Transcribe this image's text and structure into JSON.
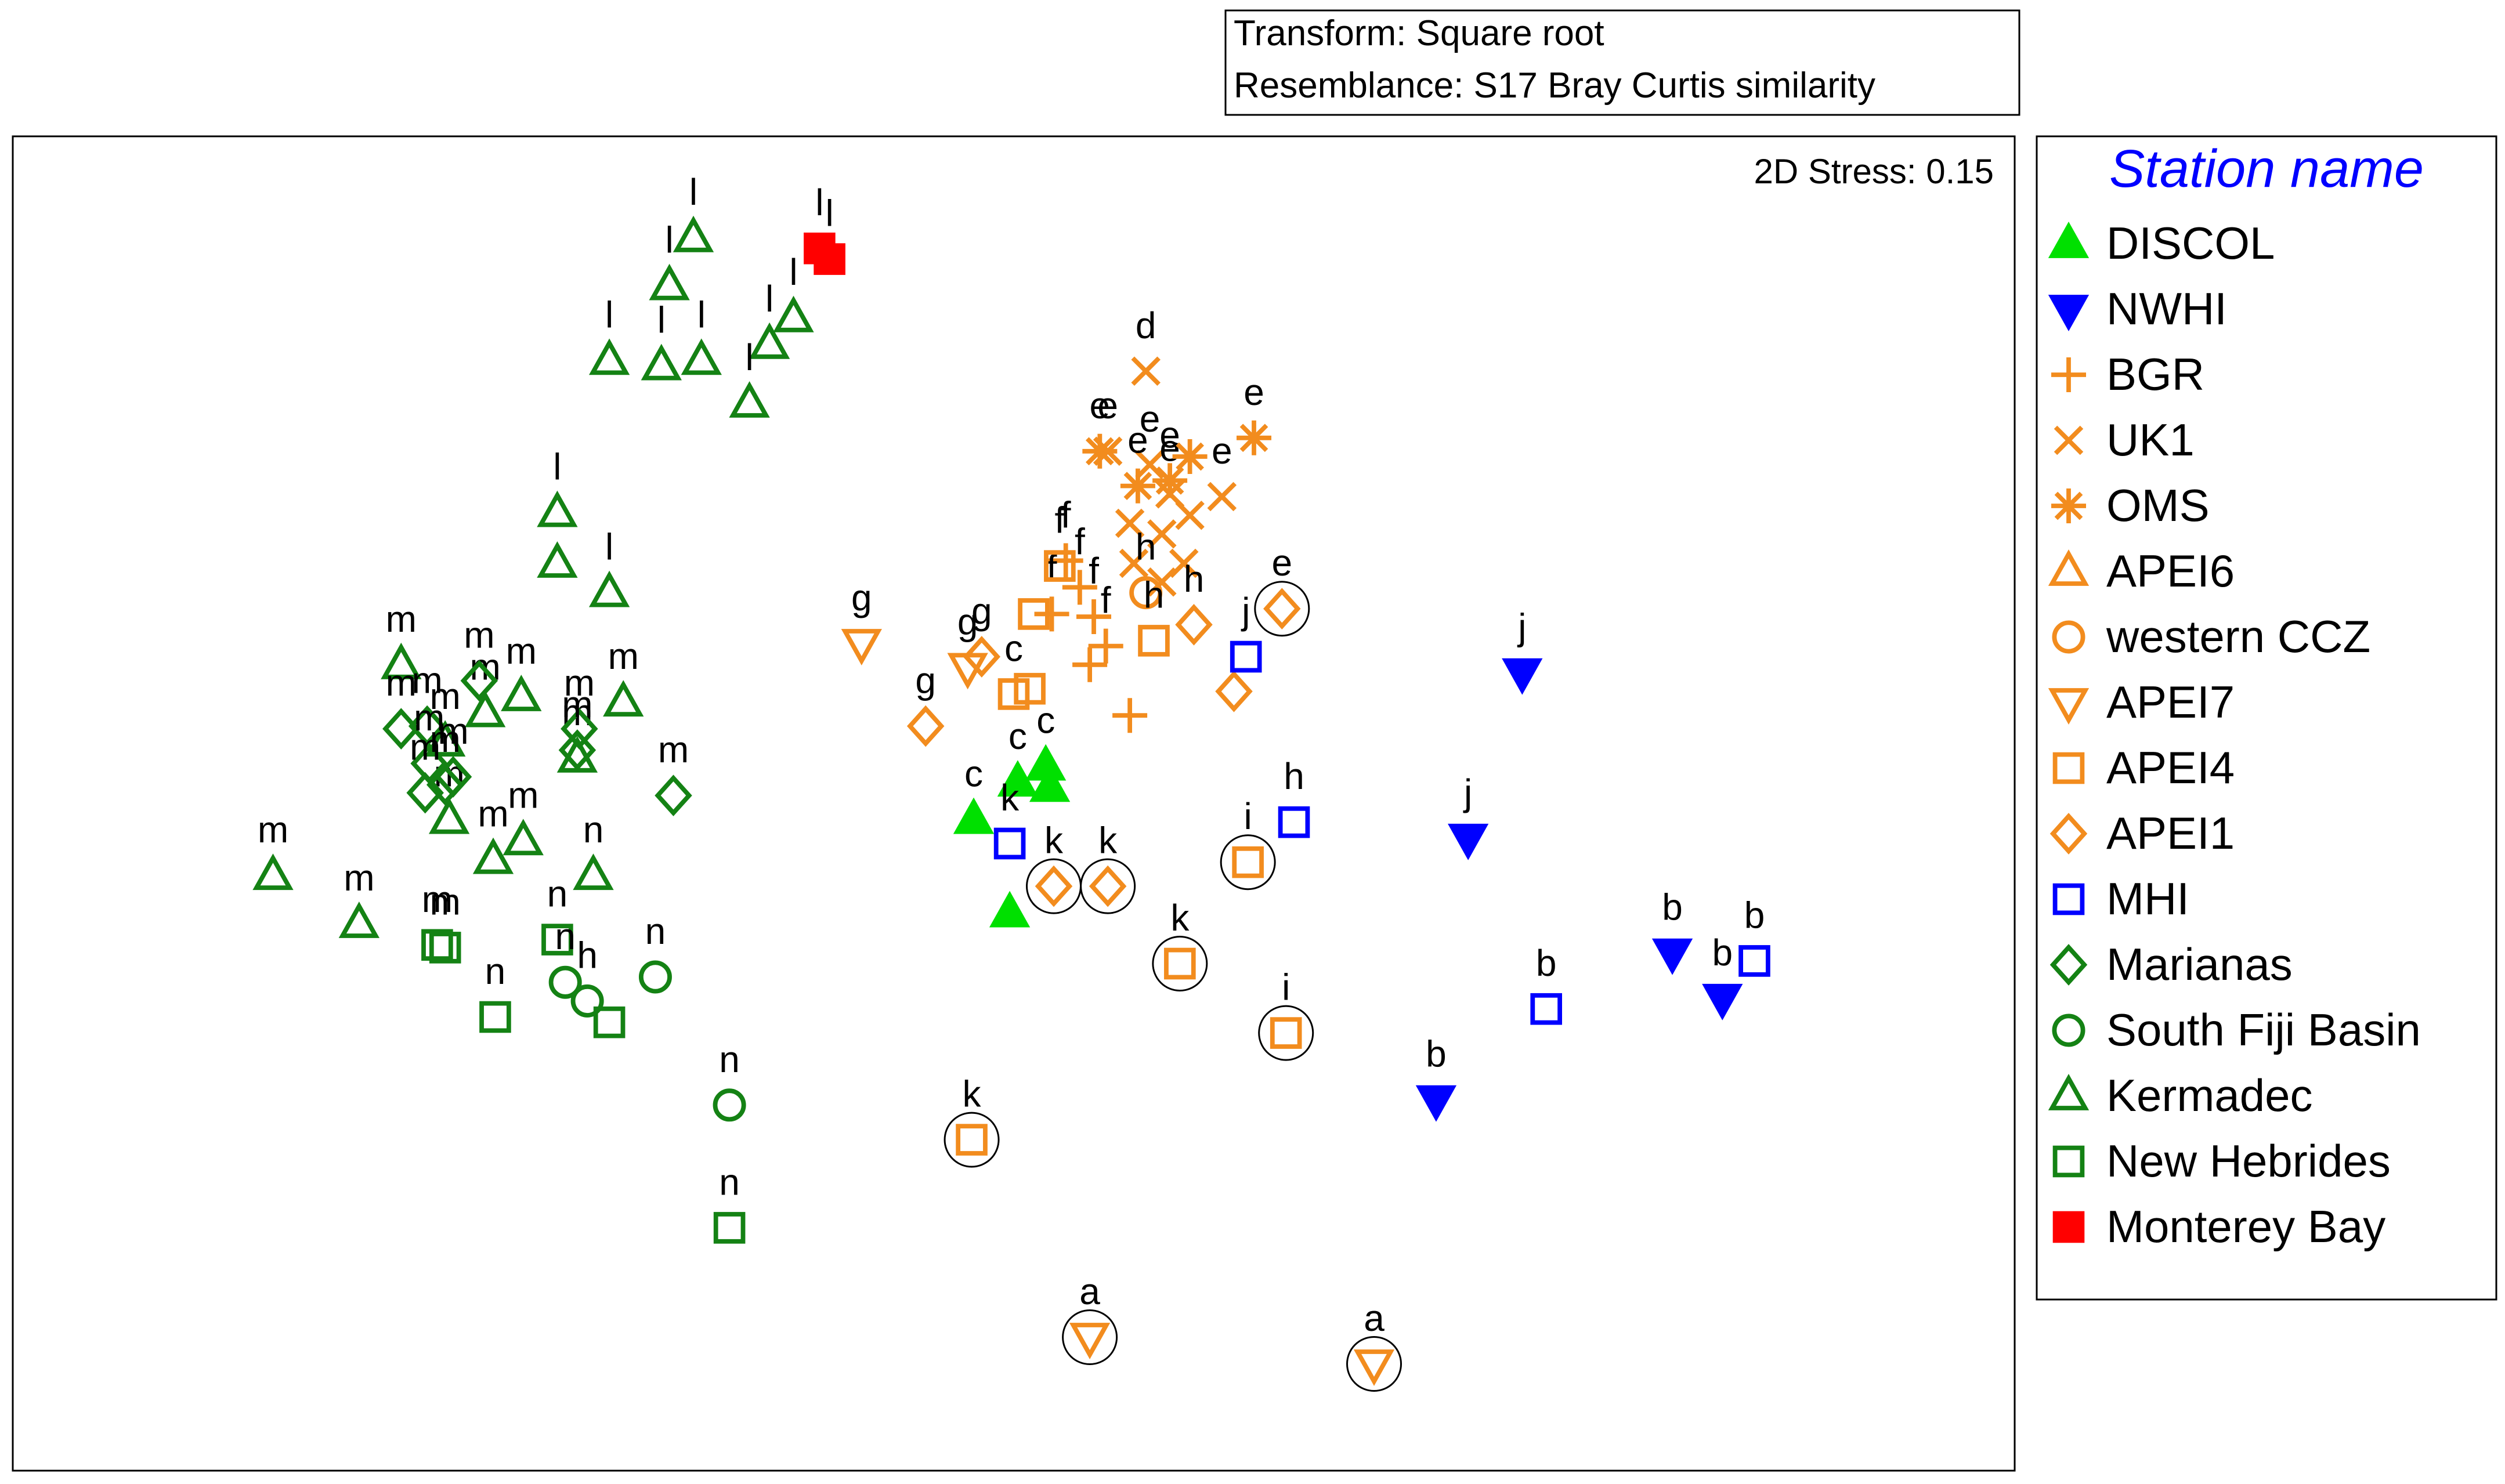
{
  "header": {
    "transform": "Transform: Square root",
    "resemblance": "Resemblance: S17 Bray Curtis similarity"
  },
  "stress": "2D Stress: 0.15",
  "legend_title": "Station name",
  "groups": [
    {
      "name": "DISCOL",
      "marker": "triangle-up",
      "filled": true,
      "color": "#00e000"
    },
    {
      "name": "NWHI",
      "marker": "triangle-down",
      "filled": true,
      "color": "#0000ff"
    },
    {
      "name": "BGR",
      "marker": "plus",
      "filled": false,
      "color": "#f28c1e"
    },
    {
      "name": "UK1",
      "marker": "x",
      "filled": false,
      "color": "#f28c1e"
    },
    {
      "name": "OMS",
      "marker": "asterisk",
      "filled": false,
      "color": "#f28c1e"
    },
    {
      "name": "APEI6",
      "marker": "triangle-up",
      "filled": false,
      "color": "#f28c1e"
    },
    {
      "name": "western CCZ",
      "marker": "circle",
      "filled": false,
      "color": "#f28c1e"
    },
    {
      "name": "APEI7",
      "marker": "triangle-down",
      "filled": false,
      "color": "#f28c1e"
    },
    {
      "name": "APEI4",
      "marker": "square",
      "filled": false,
      "color": "#f28c1e"
    },
    {
      "name": "APEI1",
      "marker": "diamond",
      "filled": false,
      "color": "#f28c1e"
    },
    {
      "name": "MHI",
      "marker": "square",
      "filled": false,
      "color": "#0000ff"
    },
    {
      "name": "Marianas",
      "marker": "diamond",
      "filled": false,
      "color": "#148214"
    },
    {
      "name": "South Fiji Basin",
      "marker": "circle",
      "filled": false,
      "color": "#148214"
    },
    {
      "name": "Kermadec",
      "marker": "triangle-up",
      "filled": false,
      "color": "#148214"
    },
    {
      "name": "New Hebrides",
      "marker": "square",
      "filled": false,
      "color": "#148214"
    },
    {
      "name": "Monterey Bay",
      "marker": "square",
      "filled": true,
      "color": "#ff0000"
    }
  ],
  "chart_data": {
    "type": "scatter",
    "title": "",
    "xlabel": "",
    "ylabel": "",
    "xlim": [
      0,
      1000
    ],
    "ylim": [
      0,
      1000
    ],
    "grid": false,
    "legend": "right",
    "points": [
      {
        "g": "Kermadec",
        "x": 340,
        "y": 924,
        "l": "l",
        "c": false
      },
      {
        "g": "Kermadec",
        "x": 328,
        "y": 888,
        "l": "l",
        "c": false
      },
      {
        "g": "Kermadec",
        "x": 298,
        "y": 832,
        "l": "l",
        "c": false
      },
      {
        "g": "Kermadec",
        "x": 324,
        "y": 828,
        "l": "l",
        "c": false
      },
      {
        "g": "Kermadec",
        "x": 344,
        "y": 832,
        "l": "l",
        "c": false
      },
      {
        "g": "Kermadec",
        "x": 390,
        "y": 864,
        "l": "l",
        "c": false
      },
      {
        "g": "Kermadec",
        "x": 378,
        "y": 844,
        "l": "l",
        "c": false
      },
      {
        "g": "Kermadec",
        "x": 368,
        "y": 800,
        "l": "l",
        "c": false
      },
      {
        "g": "Monterey Bay",
        "x": 403,
        "y": 916,
        "l": "l",
        "c": false
      },
      {
        "g": "Monterey Bay",
        "x": 408,
        "y": 908,
        "l": "l",
        "c": false
      },
      {
        "g": "Kermadec",
        "x": 272,
        "y": 718,
        "l": "l",
        "c": false
      },
      {
        "g": "Kermadec",
        "x": 272,
        "y": 680,
        "l": "",
        "c": false
      },
      {
        "g": "Kermadec",
        "x": 298,
        "y": 658,
        "l": "l",
        "c": false
      },
      {
        "g": "Kermadec",
        "x": 194,
        "y": 604,
        "l": "m",
        "c": false
      },
      {
        "g": "Kermadec",
        "x": 305,
        "y": 576,
        "l": "m",
        "c": false
      },
      {
        "g": "Kermadec",
        "x": 254,
        "y": 580,
        "l": "m",
        "c": false
      },
      {
        "g": "Kermadec",
        "x": 236,
        "y": 568,
        "l": "m",
        "c": false
      },
      {
        "g": "Kermadec",
        "x": 216,
        "y": 546,
        "l": "m",
        "c": false
      },
      {
        "g": "Kermadec",
        "x": 282,
        "y": 534,
        "l": "m",
        "c": false
      },
      {
        "g": "Kermadec",
        "x": 218,
        "y": 488,
        "l": "m",
        "c": false
      },
      {
        "g": "Kermadec",
        "x": 255,
        "y": 472,
        "l": "m",
        "c": false
      },
      {
        "g": "Kermadec",
        "x": 240,
        "y": 458,
        "l": "m",
        "c": false
      },
      {
        "g": "Kermadec",
        "x": 290,
        "y": 446,
        "l": "n",
        "c": false
      },
      {
        "g": "Kermadec",
        "x": 130,
        "y": 446,
        "l": "m",
        "c": false
      },
      {
        "g": "Kermadec",
        "x": 173,
        "y": 410,
        "l": "m",
        "c": false
      },
      {
        "g": "Marianas",
        "x": 233,
        "y": 592,
        "l": "m",
        "c": false
      },
      {
        "g": "Marianas",
        "x": 194,
        "y": 556,
        "l": "m",
        "c": false
      },
      {
        "g": "Marianas",
        "x": 207,
        "y": 558,
        "l": "m",
        "c": false
      },
      {
        "g": "Marianas",
        "x": 283,
        "y": 556,
        "l": "m",
        "c": false
      },
      {
        "g": "Marianas",
        "x": 282,
        "y": 540,
        "l": "m",
        "c": false
      },
      {
        "g": "Marianas",
        "x": 208,
        "y": 530,
        "l": "m",
        "c": false
      },
      {
        "g": "Marianas",
        "x": 220,
        "y": 520,
        "l": "m",
        "c": false
      },
      {
        "g": "Marianas",
        "x": 206,
        "y": 508,
        "l": "m",
        "c": false
      },
      {
        "g": "Marianas",
        "x": 216,
        "y": 514,
        "l": "m",
        "c": false
      },
      {
        "g": "Marianas",
        "x": 330,
        "y": 506,
        "l": "m",
        "c": false
      },
      {
        "g": "New Hebrides",
        "x": 272,
        "y": 398,
        "l": "n",
        "c": false
      },
      {
        "g": "New Hebrides",
        "x": 212,
        "y": 394,
        "l": "m",
        "c": false
      },
      {
        "g": "New Hebrides",
        "x": 216,
        "y": 392,
        "l": "m",
        "c": false
      },
      {
        "g": "New Hebrides",
        "x": 241,
        "y": 340,
        "l": "n",
        "c": false
      },
      {
        "g": "New Hebrides",
        "x": 298,
        "y": 336,
        "l": "",
        "c": false
      },
      {
        "g": "New Hebrides",
        "x": 358,
        "y": 182,
        "l": "n",
        "c": false
      },
      {
        "g": "South Fiji Basin",
        "x": 276,
        "y": 366,
        "l": "n",
        "c": false
      },
      {
        "g": "South Fiji Basin",
        "x": 287,
        "y": 352,
        "l": "h",
        "c": false
      },
      {
        "g": "South Fiji Basin",
        "x": 321,
        "y": 370,
        "l": "n",
        "c": false
      },
      {
        "g": "South Fiji Basin",
        "x": 358,
        "y": 274,
        "l": "n",
        "c": false
      },
      {
        "g": "UK1",
        "x": 566,
        "y": 824,
        "l": "d",
        "c": false
      },
      {
        "g": "UK1",
        "x": 547,
        "y": 764,
        "l": "e",
        "c": false
      },
      {
        "g": "UK1",
        "x": 568,
        "y": 754,
        "l": "e",
        "c": false
      },
      {
        "g": "UK1",
        "x": 578,
        "y": 732,
        "l": "e",
        "c": false
      },
      {
        "g": "UK1",
        "x": 604,
        "y": 730,
        "l": "e",
        "c": false
      },
      {
        "g": "UK1",
        "x": 588,
        "y": 716,
        "l": "",
        "c": false
      },
      {
        "g": "UK1",
        "x": 558,
        "y": 710,
        "l": "",
        "c": false
      },
      {
        "g": "UK1",
        "x": 574,
        "y": 702,
        "l": "",
        "c": false
      },
      {
        "g": "UK1",
        "x": 585,
        "y": 680,
        "l": "",
        "c": false
      },
      {
        "g": "UK1",
        "x": 574,
        "y": 666,
        "l": "",
        "c": false
      },
      {
        "g": "UK1",
        "x": 560,
        "y": 680,
        "l": "",
        "c": false
      },
      {
        "g": "OMS",
        "x": 543,
        "y": 764,
        "l": "e",
        "c": false
      },
      {
        "g": "OMS",
        "x": 620,
        "y": 774,
        "l": "e",
        "c": false
      },
      {
        "g": "OMS",
        "x": 562,
        "y": 738,
        "l": "e",
        "c": false
      },
      {
        "g": "OMS",
        "x": 578,
        "y": 742,
        "l": "e",
        "c": false
      },
      {
        "g": "OMS",
        "x": 588,
        "y": 760,
        "l": "",
        "c": false
      },
      {
        "g": "BGR",
        "x": 526,
        "y": 682,
        "l": "f",
        "c": false
      },
      {
        "g": "BGR",
        "x": 533,
        "y": 662,
        "l": "f",
        "c": false
      },
      {
        "g": "BGR",
        "x": 519,
        "y": 642,
        "l": "f",
        "c": false
      },
      {
        "g": "BGR",
        "x": 540,
        "y": 640,
        "l": "f",
        "c": false
      },
      {
        "g": "BGR",
        "x": 546,
        "y": 618,
        "l": "f",
        "c": false
      },
      {
        "g": "BGR",
        "x": 538,
        "y": 604,
        "l": "",
        "c": false
      },
      {
        "g": "BGR",
        "x": 558,
        "y": 566,
        "l": "",
        "c": false
      },
      {
        "g": "western CCZ",
        "x": 566,
        "y": 658,
        "l": "h",
        "c": false
      },
      {
        "g": "APEI4",
        "x": 523,
        "y": 678,
        "l": "f",
        "c": false
      },
      {
        "g": "APEI4",
        "x": 510,
        "y": 642,
        "l": "",
        "c": false
      },
      {
        "g": "APEI4",
        "x": 570,
        "y": 622,
        "l": "h",
        "c": false
      },
      {
        "g": "APEI4",
        "x": 500,
        "y": 582,
        "l": "c",
        "c": false
      },
      {
        "g": "APEI4",
        "x": 508,
        "y": 586,
        "l": "",
        "c": false
      },
      {
        "g": "APEI4",
        "x": 617,
        "y": 456,
        "l": "i",
        "c": true
      },
      {
        "g": "APEI4",
        "x": 583,
        "y": 380,
        "l": "k",
        "c": true
      },
      {
        "g": "APEI4",
        "x": 636,
        "y": 328,
        "l": "i",
        "c": true
      },
      {
        "g": "APEI4",
        "x": 479,
        "y": 248,
        "l": "k",
        "c": true
      },
      {
        "g": "APEI1",
        "x": 484,
        "y": 610,
        "l": "g",
        "c": false
      },
      {
        "g": "APEI1",
        "x": 456,
        "y": 558,
        "l": "g",
        "c": false
      },
      {
        "g": "APEI1",
        "x": 590,
        "y": 634,
        "l": "h",
        "c": false
      },
      {
        "g": "APEI1",
        "x": 610,
        "y": 584,
        "l": "",
        "c": false
      },
      {
        "g": "APEI1",
        "x": 634,
        "y": 646,
        "l": "e",
        "c": true
      },
      {
        "g": "APEI1",
        "x": 520,
        "y": 438,
        "l": "k",
        "c": true
      },
      {
        "g": "APEI1",
        "x": 547,
        "y": 438,
        "l": "k",
        "c": true
      },
      {
        "g": "APEI7",
        "x": 424,
        "y": 620,
        "l": "g",
        "c": false
      },
      {
        "g": "APEI7",
        "x": 477,
        "y": 602,
        "l": "g",
        "c": false
      },
      {
        "g": "APEI7",
        "x": 538,
        "y": 100,
        "l": "a",
        "c": true
      },
      {
        "g": "APEI7",
        "x": 680,
        "y": 80,
        "l": "a",
        "c": true
      },
      {
        "g": "DISCOL",
        "x": 480,
        "y": 488,
        "l": "c",
        "c": false
      },
      {
        "g": "DISCOL",
        "x": 502,
        "y": 516,
        "l": "c",
        "c": false
      },
      {
        "g": "DISCOL",
        "x": 516,
        "y": 528,
        "l": "c",
        "c": false
      },
      {
        "g": "DISCOL",
        "x": 518,
        "y": 512,
        "l": "",
        "c": false
      },
      {
        "g": "DISCOL",
        "x": 498,
        "y": 418,
        "l": "",
        "c": false
      },
      {
        "g": "MHI",
        "x": 498,
        "y": 470,
        "l": "k",
        "c": false
      },
      {
        "g": "MHI",
        "x": 616,
        "y": 610,
        "l": "j",
        "c": false
      },
      {
        "g": "MHI",
        "x": 640,
        "y": 486,
        "l": "h",
        "c": false
      },
      {
        "g": "MHI",
        "x": 766,
        "y": 346,
        "l": "b",
        "c": false
      },
      {
        "g": "MHI",
        "x": 870,
        "y": 382,
        "l": "b",
        "c": false
      },
      {
        "g": "NWHI",
        "x": 754,
        "y": 598,
        "l": "j",
        "c": false
      },
      {
        "g": "NWHI",
        "x": 727,
        "y": 474,
        "l": "j",
        "c": false
      },
      {
        "g": "NWHI",
        "x": 711,
        "y": 278,
        "l": "b",
        "c": false
      },
      {
        "g": "NWHI",
        "x": 829,
        "y": 388,
        "l": "b",
        "c": false
      },
      {
        "g": "NWHI",
        "x": 854,
        "y": 354,
        "l": "b",
        "c": false
      }
    ]
  }
}
